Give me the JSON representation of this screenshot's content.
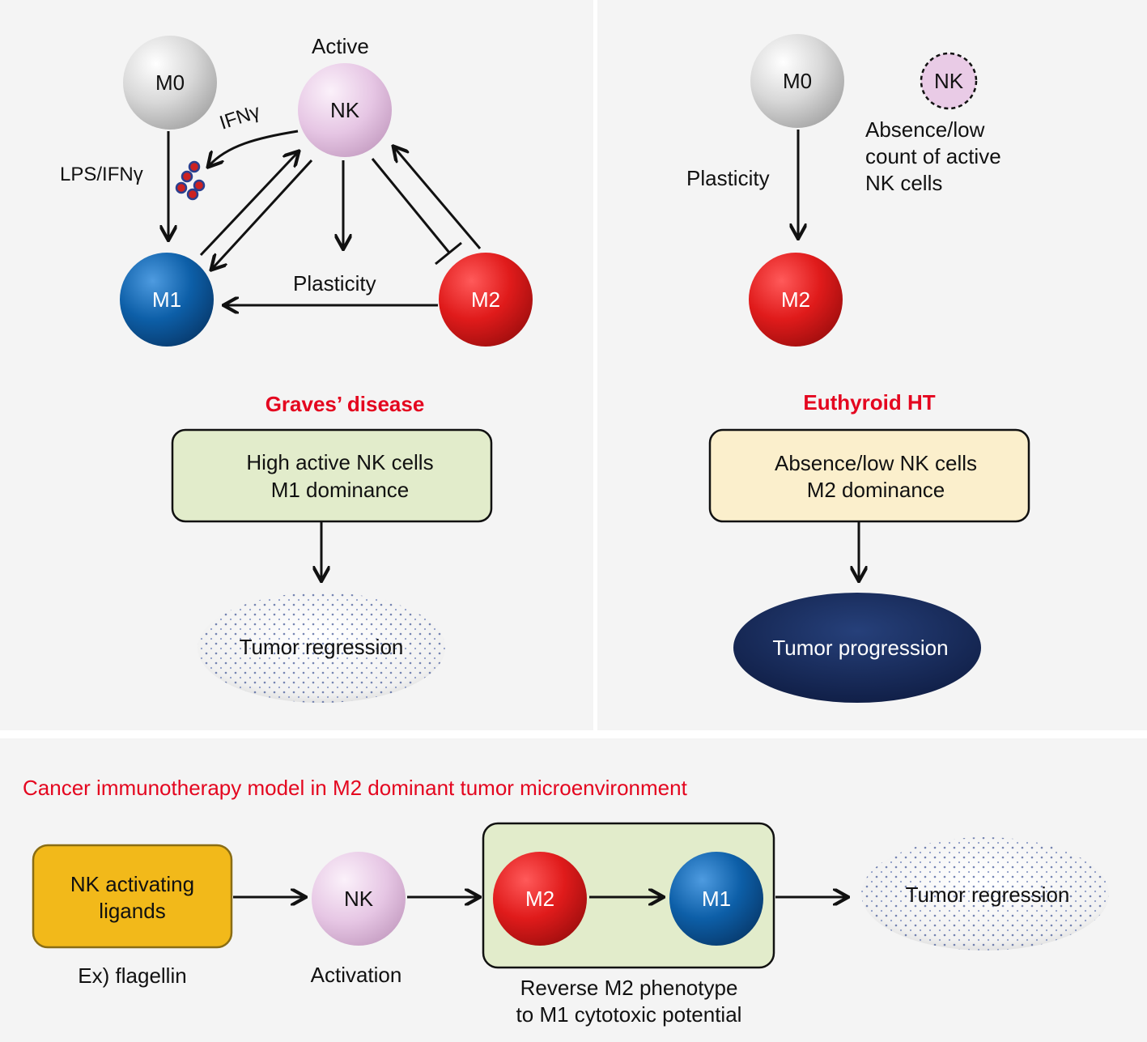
{
  "left_panel": {
    "active_label": "Active",
    "m0": "M0",
    "nk": "NK",
    "m1": "M1",
    "m2": "M2",
    "ifn_label": "IFNγ",
    "lps_label": "LPS/IFNγ",
    "plasticity_label": "Plasticity",
    "disease_title": "Graves’ disease",
    "box_line1": "High active NK cells",
    "box_line2": "M1 dominance",
    "outcome": "Tumor regression"
  },
  "right_panel": {
    "m0": "M0",
    "nk": "NK",
    "m2": "M2",
    "nk_note_line1": "Absence/low",
    "nk_note_line2": "count of active",
    "nk_note_line3": "NK cells",
    "plasticity_label": "Plasticity",
    "disease_title": "Euthyroid HT",
    "box_line1": "Absence/low NK cells",
    "box_line2": "M2 dominance",
    "outcome": "Tumor progression"
  },
  "bottom_panel": {
    "title": "Cancer immunotherapy model in M2 dominant tumor microenvironment",
    "ligand_line1": "NK activating",
    "ligand_line2": "ligands",
    "ligand_example": "Ex) flagellin",
    "nk": "NK",
    "activation_label": "Activation",
    "m2": "M2",
    "m1": "M1",
    "reverse_line1": "Reverse M2 phenotype",
    "reverse_line2": "to M1 cytotoxic potential",
    "outcome": "Tumor regression"
  },
  "colors": {
    "red_title": "#e4061f",
    "m1_blue": "#0d5fa8",
    "m2_red": "#e01b1b",
    "nk_pink": "#e8c8e6",
    "m0_gray": "#cfcfcf",
    "green_box": "#e2eccb",
    "yellow_box": "#fbefcc",
    "gold_box": "#f2b91a",
    "navy": "#14244f"
  }
}
